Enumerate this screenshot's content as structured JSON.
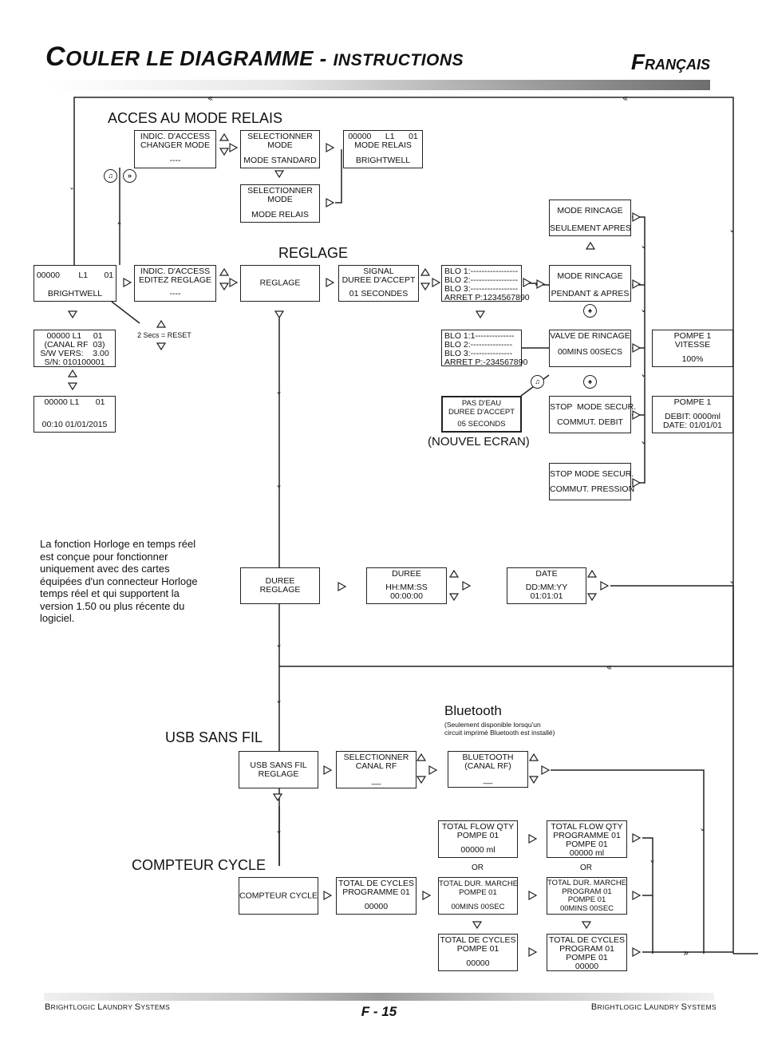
{
  "header": {
    "title_cap": "C",
    "title_main": "OULER LE DIAGRAMME - ",
    "title_sub": "INSTRUCTIONS",
    "lang_cap": "F",
    "lang_rest": "RANÇAIS"
  },
  "sections": {
    "acces": "ACCES AU MODE RELAIS",
    "reglage": "REGLAGE",
    "usb": "USB SANS FIL",
    "bluetooth": "Bluetooth",
    "bluetooth_note": "(Seulement disponible lorsqu'un\ncircuit imprimé Bluetooth est installé)",
    "compteur": "COMPTEUR CYCLE",
    "nouvel": "(NOUVEL ECRAN)",
    "reset": "2 Secs = RESET"
  },
  "note": "La fonction Horloge en temps réel\nest conçue pour fonctionner\nuniquement avec des cartes\néquipées d'un connecteur Horloge\ntemps réel et qui supportent la\nversion 1.50 ou plus récente du\nlogiciel.",
  "boxes": {
    "indic_mode": {
      "top": "INDIC. D'ACCESS\nCHANGER MODE",
      "bottom": "----"
    },
    "sel_std": {
      "top": "SELECTIONNER\nMODE",
      "bottom": "MODE STANDARD"
    },
    "mode_relais_bw": {
      "top": "00000      L1      01\nMODE RELAIS",
      "bottom": "BRIGHTWELL"
    },
    "sel_relais": {
      "top": "SELECTIONNER\nMODE",
      "bottom": "MODE RELAIS"
    },
    "mode_rinc1": {
      "top": "",
      "bottom": "MODE RINCAGE\n\nSEULEMENT APRES"
    },
    "home": {
      "top": "00000        L1       01",
      "bottom": "BRIGHTWELL"
    },
    "indic_reg": {
      "top": "INDIC. D'ACCESS\nEDITEZ REGLAGE",
      "bottom": "----"
    },
    "reglage": {
      "center": "REGLAGE"
    },
    "signal": {
      "top": "SIGNAL\nDUREE D'ACCEPT",
      "bottom": "01 SECONDES"
    },
    "blo1": {
      "top": "BLO 1:-----------------\nBLO 2:-----------------\nBLO 3:-----------------\nARRET P:1234567890"
    },
    "mode_rinc2": {
      "top": "",
      "bottom": "MODE RINCAGE\n\nPENDANT & APRES"
    },
    "canal_info": {
      "top": "00000 L1     01\n(CANAL RF  03)\nS/W VERS:    3.00\nS/N: 010100001"
    },
    "clock": {
      "top": "00000 L1       01",
      "bottom": "00:10 01/01/2015"
    },
    "blo2": {
      "top": "BLO 1:1--------------\nBLO 2:---------------\nBLO 3:---------------\nARRET P:-234567890"
    },
    "valve": {
      "top": "VALVE DE RINCAGE",
      "bottom": "00MINS 00SECS"
    },
    "pompe_vit": {
      "top": "POMPE 1\nVITESSE",
      "bottom": "100%"
    },
    "pas_eau": {
      "top": "PAS D'EAU\nDUREE D'ACCEPT",
      "bottom": "05 SECONDS"
    },
    "stop_debit": {
      "top": "STOP  MODE SECUR.",
      "bottom": "COMMUT. DEBIT"
    },
    "pompe_debit": {
      "top": "POMPE 1",
      "bottom": "DEBIT: 0000ml\nDATE: 01/01/01"
    },
    "stop_press": {
      "top": "STOP MODE SECUR.",
      "bottom": "COMMUT. PRESSION"
    },
    "duree_reg": {
      "center": "DUREE\nREGLAGE"
    },
    "duree": {
      "top": "DUREE",
      "bottom": "HH:MM:SS\n00:00:00"
    },
    "date": {
      "top": "DATE",
      "bottom": "DD:MM:YY\n01:01:01"
    },
    "usb_reg": {
      "center": "USB SANS FIL\nREGLAGE"
    },
    "sel_canal": {
      "top": "SELECTIONNER\nCANAL RF",
      "bottom": "__"
    },
    "bt_canal": {
      "top": "BLUETOOTH\n(CANAL RF)",
      "bottom": "__"
    },
    "tf_pompe": {
      "top": "TOTAL FLOW QTY\nPOMPE 01",
      "bottom": "00000 ml"
    },
    "tf_prog": {
      "top": "TOTAL FLOW QTY\nPROGRAMME 01\nPOMPE 01\n00000 ml"
    },
    "compteur": {
      "center": "COMPTEUR CYCLE"
    },
    "tc_prog": {
      "top": "TOTAL DE CYCLES\nPROGRAMME 01",
      "bottom": "00000"
    },
    "td_pompe": {
      "top": "TOTAL DUR. MARCHE\nPOMPE 01",
      "bottom": "00MINS 00SEC"
    },
    "td_prog": {
      "top": "TOTAL DUR. MARCHE\nPROGRAM 01\nPOMPE 01\n00MINS 00SEC"
    },
    "tc_pompe": {
      "top": "TOTAL DE CYCLES\nPOMPE 01",
      "bottom": "00000"
    },
    "tc_prog2": {
      "top": "TOTAL DE CYCLES\nPROGRAM 01\nPOMPE 01\n00000"
    }
  },
  "or1": "OR",
  "or2": "OR",
  "footer": {
    "left_cap": "B",
    "left_rest": "RIGHTLOGIC ",
    "left_cap2": "L",
    "left_rest2": "AUNDRY ",
    "left_cap3": "S",
    "left_rest3": "YSTEMS",
    "page": "F - 15"
  },
  "icons": [
    "up-triangle-icon",
    "down-triangle-icon",
    "right-triangle-icon",
    "double-arrow-icon",
    "bell-button-icon",
    "fast-forward-button-icon"
  ]
}
